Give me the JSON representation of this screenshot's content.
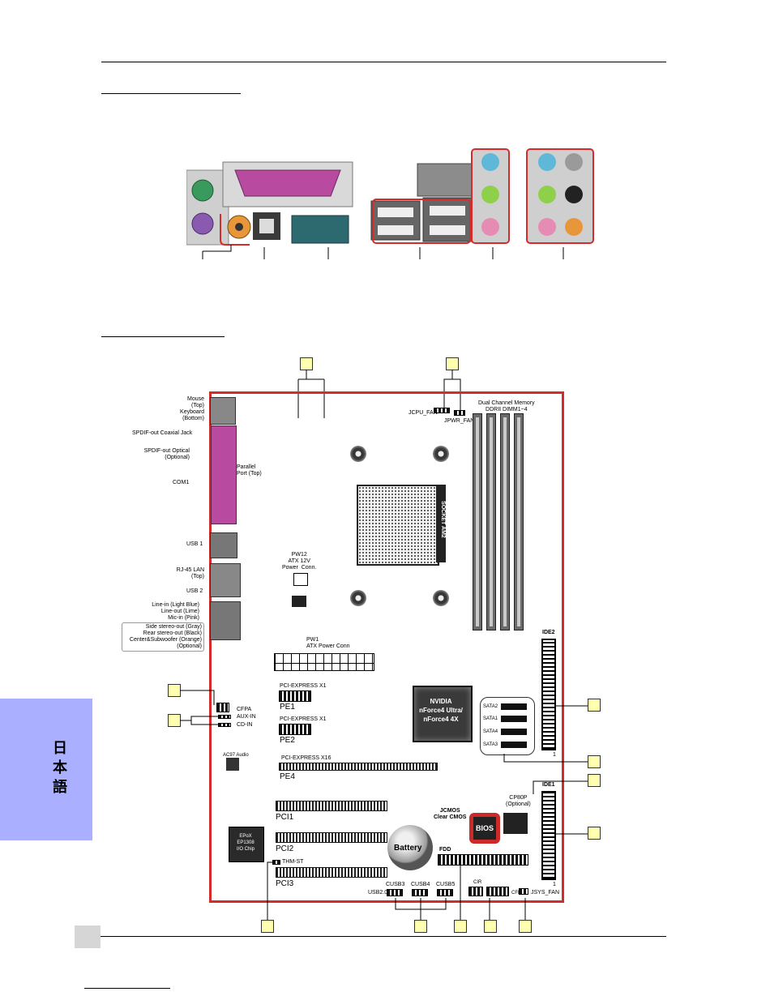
{
  "side_tab": {
    "text": "日 本 語"
  },
  "back_panel_labels": [],
  "board": {
    "io_labels": {
      "mouse": "Mouse\n(Top)",
      "keyboard": "Keyboard\n(Bottom)",
      "spdif_coax": "SPDIF-out Coaxial Jack",
      "spdif_opt": "SPDIF-out Optical\n(Optional)",
      "parallel": "Parallel\nPort (Top)",
      "com1": "COM1",
      "usb1": "USB 1",
      "rj45": "RJ-45 LAN\n(Top)",
      "usb2": "USB 2",
      "audio": "Line-in (Light Blue)\nLine-out (Lime)\nMic-in (Pink)",
      "audio_opt": "Side stereo-out (Gray)\nRear stereo-out (Black)\nCenter&Subwoofer (Orange)\n(Optional)"
    },
    "components": {
      "pw12": "PW12\nATX 12V\nPower  Conn.",
      "pw1": "PW1\nATX Power Conn",
      "jcpu_fan": "JCPU_FAN",
      "jpwr_fan": "JPWR_FAN",
      "memory": "Dual Channel Memory\nDDRII DIMM1~4",
      "socket": "SOCKET AM2",
      "ide2": "IDE2",
      "ide1": "IDE1",
      "pin1": "1",
      "pcie_x1_a": "PCI-EXPRESS X1",
      "pe1": "PE1",
      "pcie_x1_b": "PCI-EXPRESS X1",
      "pe2": "PE2",
      "pcie_x16": "PCI-EXPRESS X16",
      "pe4": "PE4",
      "pci1": "PCI1",
      "pci2": "PCI2",
      "pci3": "PCI3",
      "cfpa": "CFPA",
      "aux_in": "AUX-IN",
      "cd_in": "CD-IN",
      "ac97": "AC97 Audio",
      "chipset": "NVIDIA\nnForce4 Ultra/\nnForce4 4X",
      "sata2": "SATA2",
      "sata1": "SATA1",
      "sata4": "SATA4",
      "sata3": "SATA3",
      "cp80p": "CP80P\n(Optional)",
      "jcmos": "JCMOS\nClear CMOS",
      "bios": "BIOS",
      "battery": "Battery",
      "epox": "EPoX\nEP1308\nI/O Chip",
      "thm_st": "THM-ST",
      "fdd": "FDD",
      "usb20": "USB2.0",
      "cusb3": "CUSB3",
      "cusb4": "CUSB4",
      "cusb5": "CUSB5",
      "cir": "CIR",
      "cfp": "CFP",
      "jsys_fan": "JSYS_FAN"
    }
  },
  "colors": {
    "board_border": "#d42b2b",
    "callout_fill": "#ffffb0",
    "side_tab": "#aab0ff",
    "audio_blue": "#5fb8d8",
    "audio_lime": "#8ed04a",
    "audio_pink": "#e58bb4",
    "audio_orange": "#e8963a",
    "parallel": "#b84aa0",
    "ps2_green": "#3a9a5e",
    "ps2_purple": "#8a5ab0"
  }
}
